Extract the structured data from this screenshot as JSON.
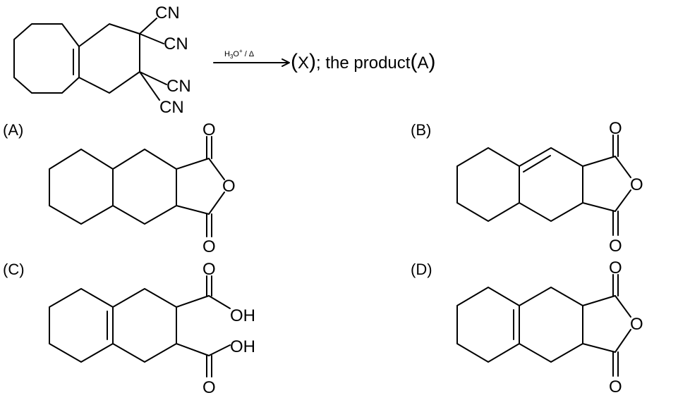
{
  "reaction": {
    "substituent": "CN",
    "condition_main": "H",
    "condition_sub": "3",
    "condition_main2": "O",
    "condition_sup": "+",
    "condition_tail": " / Δ",
    "product_open": "(",
    "product_x": "X",
    "product_close": ")",
    "product_text": "; the product",
    "product_open2": "(",
    "product_a": "A",
    "product_close2": ")"
  },
  "options": {
    "a": {
      "label": "(A)"
    },
    "b": {
      "label": "(B)"
    },
    "c": {
      "label": "(C)"
    },
    "d": {
      "label": "(D)"
    }
  },
  "atoms": {
    "oxygen": "O",
    "hydroxyl": "OH"
  }
}
